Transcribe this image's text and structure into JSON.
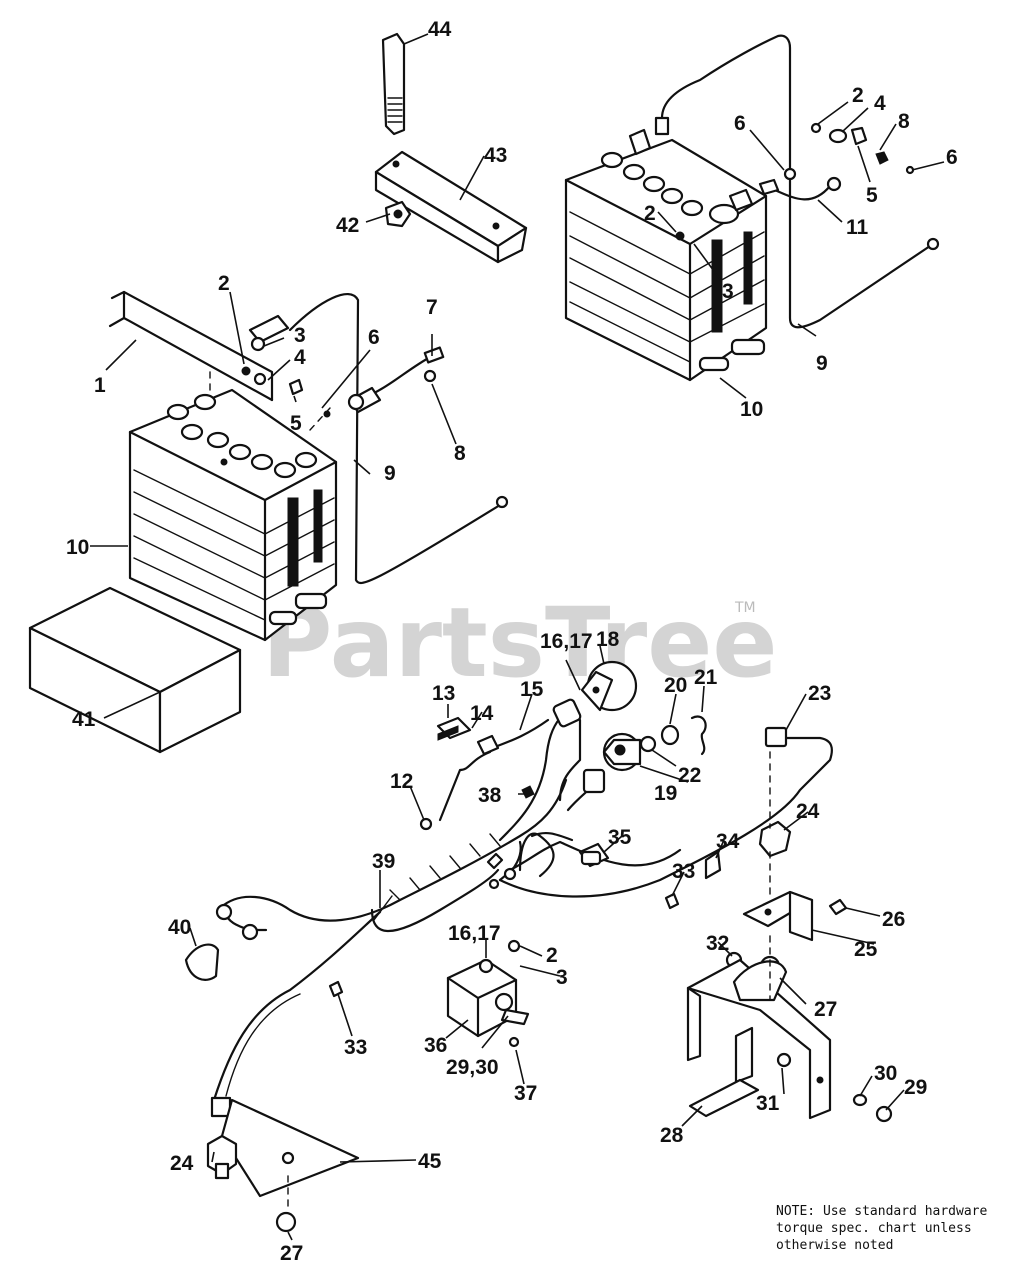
{
  "watermark": {
    "text": "PartsTree",
    "tm": "TM"
  },
  "callouts": {
    "c1": "1",
    "c2a": "2",
    "c3a": "3",
    "c4a": "4",
    "c5a": "5",
    "c6a": "6",
    "c7": "7",
    "c8a": "8",
    "c9a": "9",
    "c10a": "10",
    "c2b": "2",
    "c4b": "4",
    "c8b": "8",
    "c6b": "6",
    "c6c": "6",
    "c5b": "5",
    "c2c": "2",
    "c3b": "3",
    "c11": "11",
    "c9b": "9",
    "c10b": "10",
    "c44": "44",
    "c43": "43",
    "c42": "42",
    "c41": "41",
    "c13": "13",
    "c14": "14",
    "c15": "15",
    "c1617a": "16,17",
    "c18": "18",
    "c20": "20",
    "c21": "21",
    "c23": "23",
    "c12": "12",
    "c38": "38",
    "c19": "19",
    "c22": "22",
    "c24a": "24",
    "c35": "35",
    "c34": "34",
    "c33a": "33",
    "c39": "39",
    "c40": "40",
    "c1617b": "16,17",
    "c2d": "2",
    "c3c": "3",
    "c26": "26",
    "c25": "25",
    "c32": "32",
    "c27a": "27",
    "c33b": "33",
    "c36": "36",
    "c2930a": "29,30",
    "c37": "37",
    "c31": "31",
    "c30": "30",
    "c29": "29",
    "c28": "28",
    "c24b": "24",
    "c45": "45",
    "c27b": "27"
  },
  "note": {
    "line1": "NOTE: Use standard hardware",
    "line2": "torque spec. chart unless",
    "line3": "otherwise noted"
  }
}
